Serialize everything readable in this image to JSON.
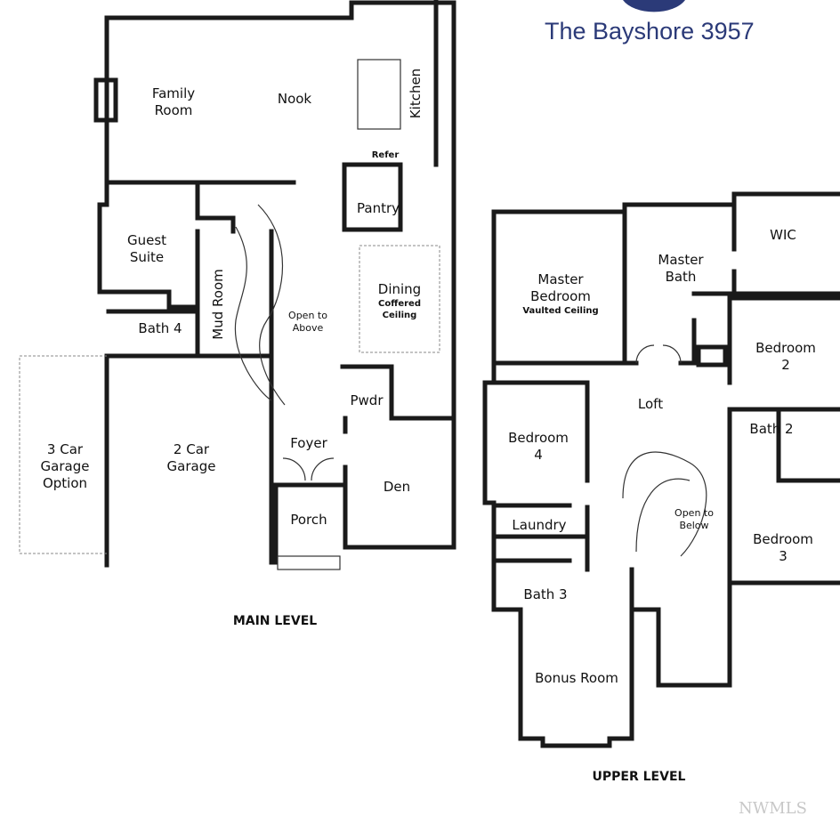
{
  "title": "The Bayshore 3957",
  "brand_color": "#2b3a78",
  "watermark": "NWMLS",
  "main_level": {
    "label": "MAIN LEVEL",
    "rooms": {
      "family_room": [
        "Family",
        "Room"
      ],
      "nook": "Nook",
      "kitchen": "Kitchen",
      "refer": "Refer",
      "pantry": "Pantry",
      "guest_suite": [
        "Guest",
        "Suite"
      ],
      "mud_room": "Mud Room",
      "open_to_above": [
        "Open to",
        "Above"
      ],
      "dining": "Dining",
      "dining_note": [
        "Coffered",
        "Ceiling"
      ],
      "bath4": "Bath 4",
      "pwdr": "Pwdr",
      "foyer": "Foyer",
      "den": "Den",
      "porch": "Porch",
      "garage": [
        "2 Car",
        "Garage"
      ],
      "garage_option": [
        "3 Car",
        "Garage",
        "Option"
      ]
    }
  },
  "upper_level": {
    "label": "UPPER LEVEL",
    "rooms": {
      "master_bedroom": [
        "Master",
        "Bedroom"
      ],
      "master_bedroom_note": "Vaulted Ceiling",
      "master_bath": [
        "Master",
        "Bath"
      ],
      "wic": "WIC",
      "bedroom2": [
        "Bedroom",
        "2"
      ],
      "loft": "Loft",
      "bedroom4": [
        "Bedroom",
        "4"
      ],
      "bath2": "Bath 2",
      "open_to_below": [
        "Open to",
        "Below"
      ],
      "laundry": "Laundry",
      "bedroom3": [
        "Bedroom",
        "3"
      ],
      "bath3": "Bath 3",
      "bonus_room": "Bonus Room"
    }
  }
}
